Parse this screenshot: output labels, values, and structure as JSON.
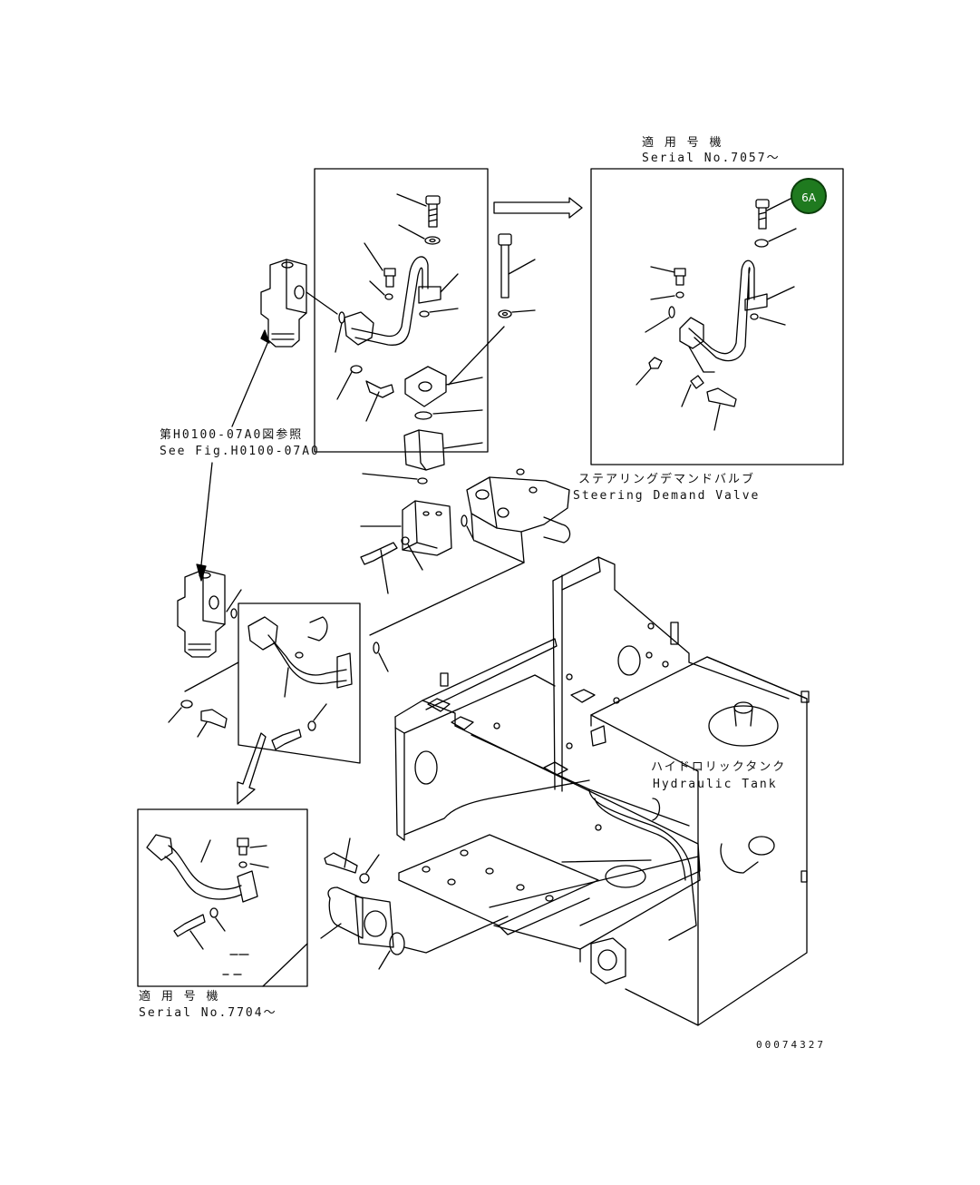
{
  "labels": {
    "serial_top_jp": "適 用 号 機",
    "serial_top_en": "Serial No.7057～",
    "see_fig_jp": "第H0100-07A0図参照",
    "see_fig_en": "See Fig.H0100-07A0",
    "steering_jp": "ステアリングデマンドバルブ",
    "steering_en": "Steering Demand Valve",
    "tank_jp": "ハイドロリックタンク",
    "tank_en": "Hydraulic Tank",
    "serial_bottom_jp": "適 用 号 機",
    "serial_bottom_en": "Serial No.7704～"
  },
  "callout_badge": "6A",
  "drawing_number": "00074327",
  "colors": {
    "badge_fill": "#1f7a1f",
    "line": "#000000"
  }
}
